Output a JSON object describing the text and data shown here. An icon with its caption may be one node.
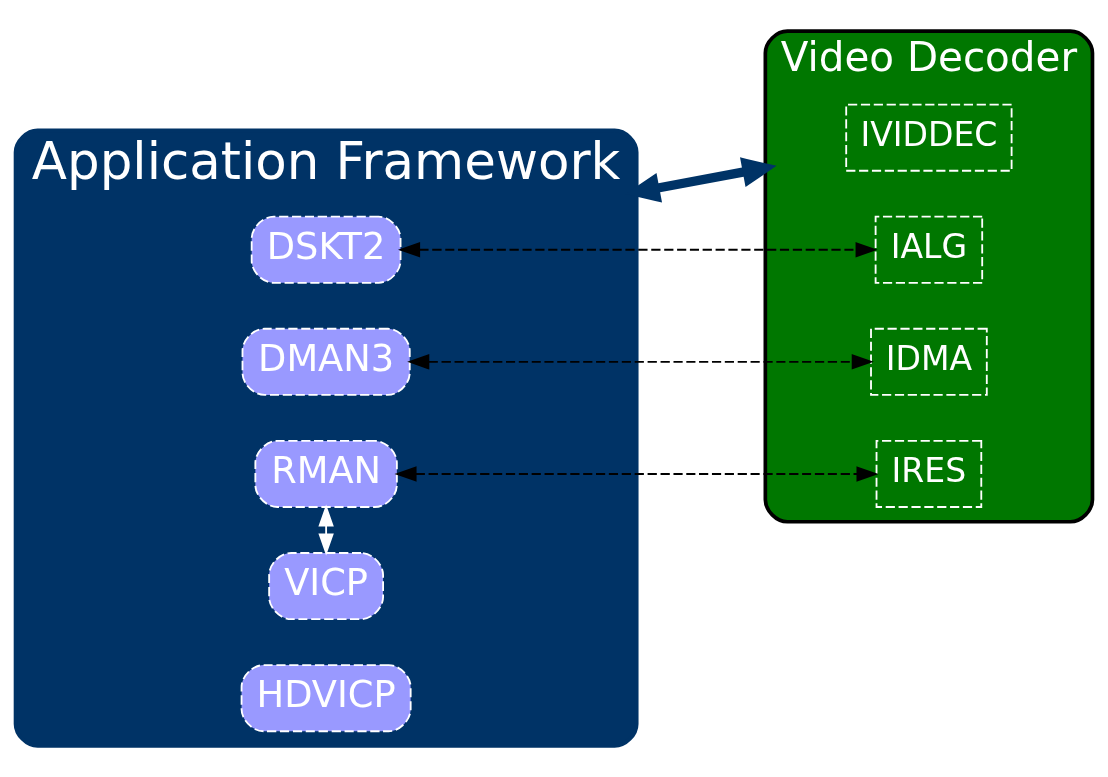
{
  "diagram": {
    "nodes": [
      {
        "text": [
          "Application Framework"
        ]
      },
      {
        "text": [
          "DSKT2"
        ],
        "in": 0
      },
      {
        "text": [
          "DMAN3"
        ],
        "in": 0
      },
      {
        "text": [
          "RMAN"
        ],
        "in": 0
      },
      {
        "text": [
          "VICP"
        ],
        "in": 0
      },
      {
        "text": [
          "HDVICP"
        ],
        "in": 0
      },
      {
        "text": [
          "Video Decoder"
        ]
      },
      {
        "text": [
          "IVIDDEC"
        ],
        "in": 6
      },
      {
        "text": [
          "IALG"
        ],
        "in": 6
      },
      {
        "text": [
          "IDMA"
        ],
        "in": 6
      },
      {
        "text": [
          "IRES"
        ],
        "in": 6
      }
    ],
    "edges": [
      {
        "from": 0,
        "to": 6,
        "arrow": "both",
        "style": "thick",
        "color": "#003366"
      },
      {
        "from": 1,
        "to": 8,
        "arrow": "both",
        "style": "dashed"
      },
      {
        "from": 2,
        "to": 9,
        "arrow": "both",
        "style": "dashed"
      },
      {
        "from": 3,
        "to": 10,
        "arrow": "both",
        "style": "dashed"
      },
      {
        "from": 3,
        "to": 4,
        "arrow": "both",
        "color": "#ffffff"
      }
    ]
  }
}
